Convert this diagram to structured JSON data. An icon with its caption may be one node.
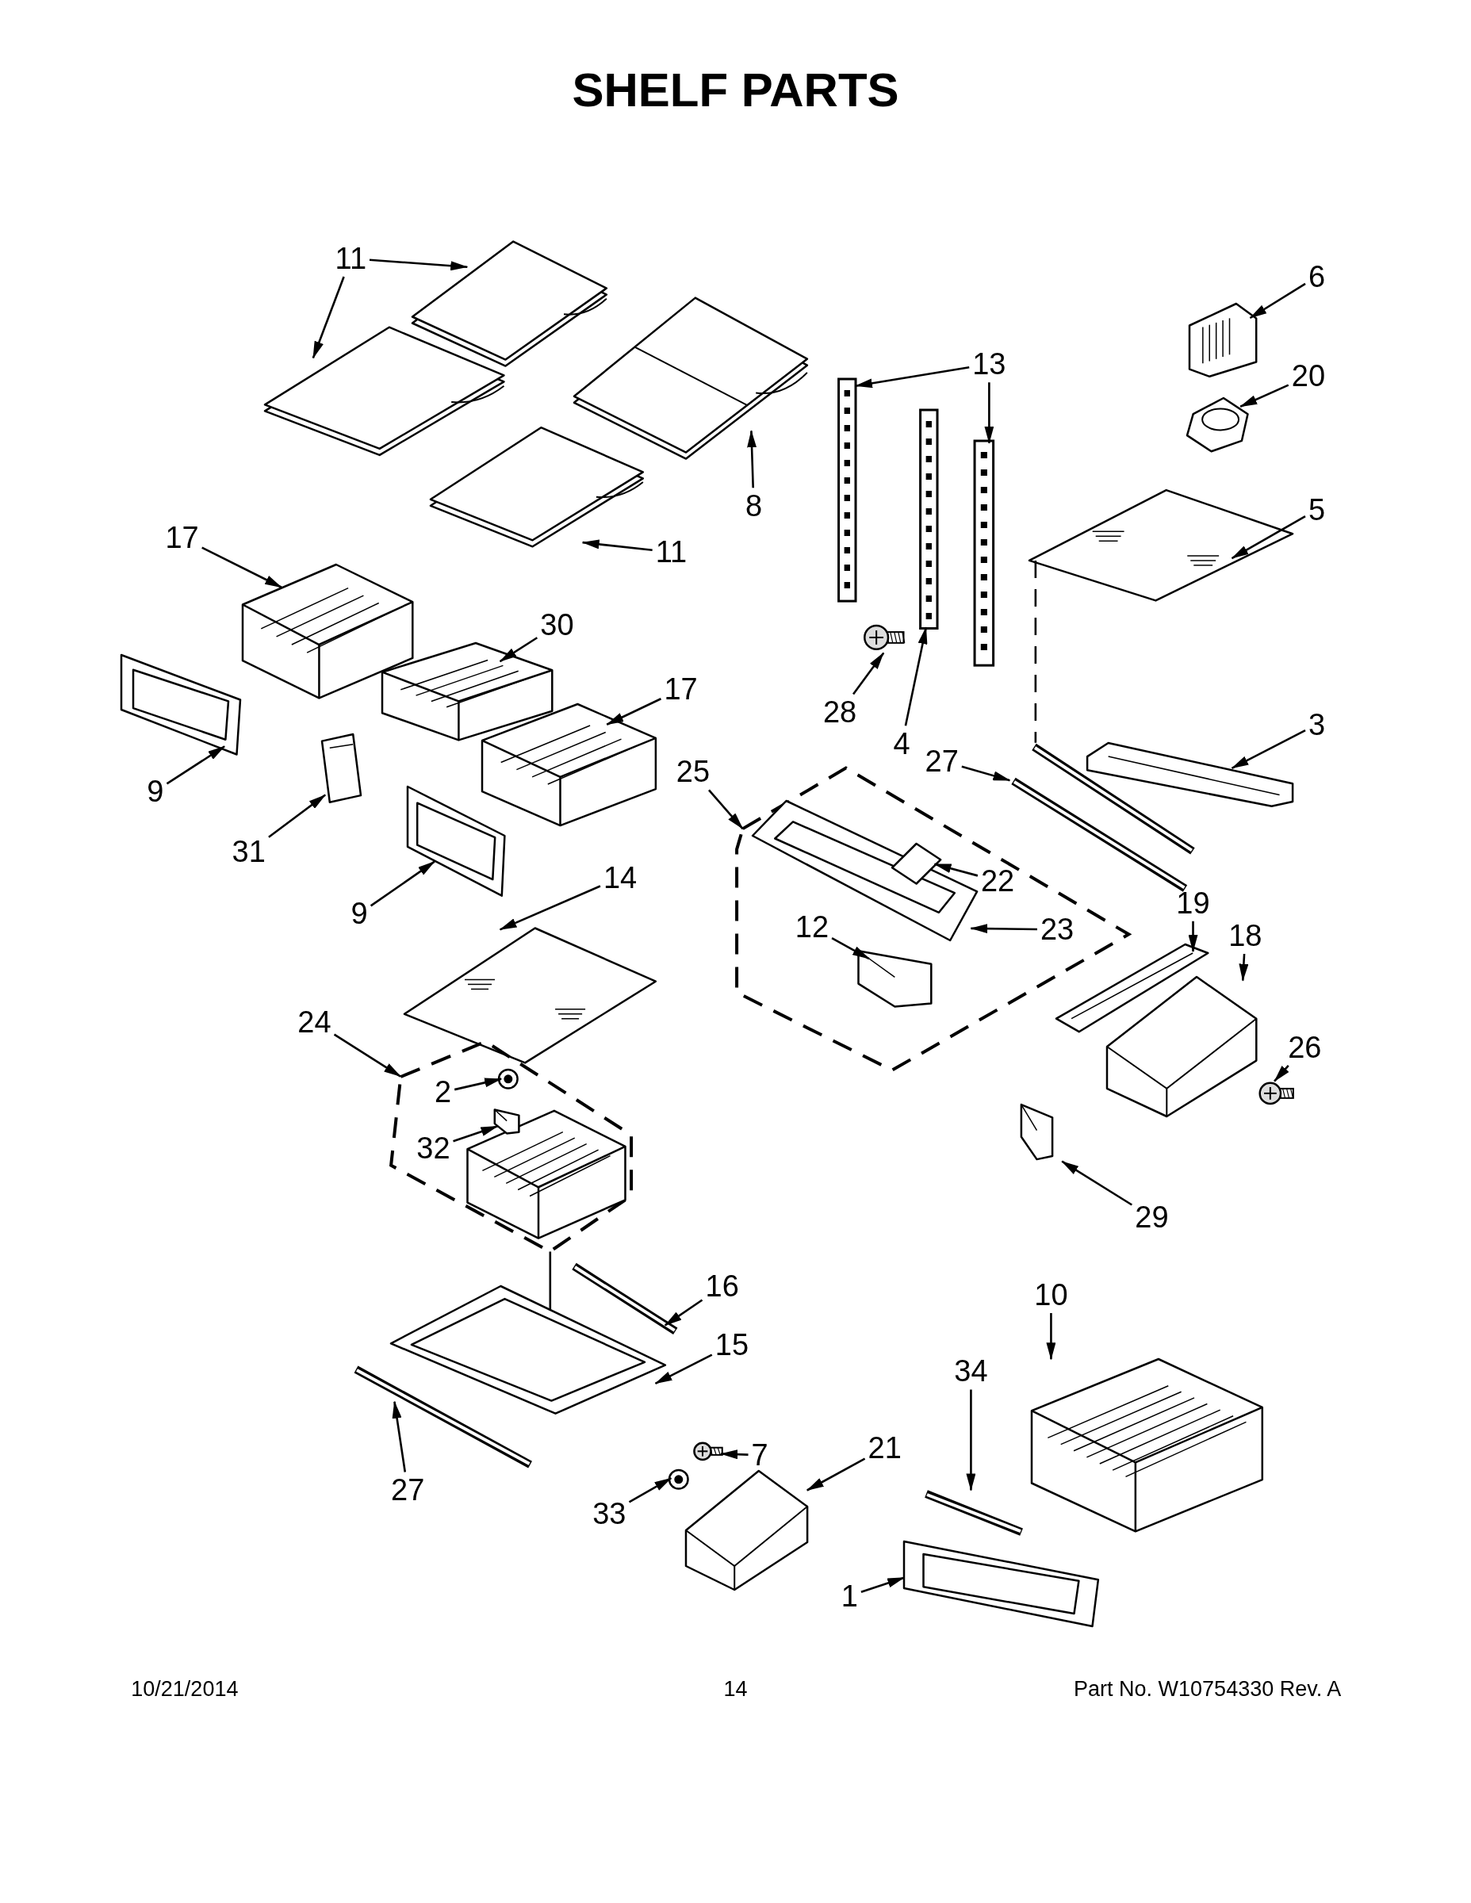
{
  "diagram": {
    "title": "SHELF PARTS",
    "nodes": [
      {
        "text": [
          "11"
        ]
      },
      {
        "text": [],
        "shape": "picture"
      },
      {
        "text": [],
        "shape": "picture"
      },
      {
        "text": [
          "6"
        ]
      },
      {
        "text": [],
        "shape": "picture"
      },
      {
        "text": [
          "13"
        ]
      },
      {
        "text": [],
        "shape": "picture"
      },
      {
        "text": [],
        "shape": "picture"
      },
      {
        "text": [
          "20"
        ]
      },
      {
        "text": [],
        "shape": "picture"
      },
      {
        "text": [],
        "shape": "picture"
      },
      {
        "text": [],
        "shape": "picture"
      },
      {
        "text": [],
        "shape": "picture"
      },
      {
        "text": [
          "8"
        ]
      },
      {
        "text": [
          "5"
        ]
      },
      {
        "text": [],
        "shape": "picture"
      },
      {
        "text": [
          "17"
        ]
      },
      {
        "text": [
          "11"
        ]
      },
      {
        "text": [],
        "shape": "picture"
      },
      {
        "text": [
          "30"
        ]
      },
      {
        "text": [],
        "shape": "picture"
      },
      {
        "text": [],
        "shape": "picture"
      },
      {
        "text": [
          "17"
        ]
      },
      {
        "text": [],
        "shape": "picture"
      },
      {
        "text": [
          "28"
        ]
      },
      {
        "text": [
          "3"
        ]
      },
      {
        "text": [],
        "shape": "picture"
      },
      {
        "text": [
          "4"
        ]
      },
      {
        "text": [
          "27"
        ]
      },
      {
        "text": [],
        "shape": "picture"
      },
      {
        "text": [
          "9"
        ]
      },
      {
        "text": [],
        "shape": "picture"
      },
      {
        "text": [],
        "shape": "picture"
      },
      {
        "text": [
          "25"
        ]
      },
      {
        "text": [],
        "shape": "box"
      },
      {
        "text": [],
        "shape": "picture",
        "in": 34
      },
      {
        "text": [],
        "shape": "picture",
        "in": 35
      },
      {
        "text": [],
        "shape": "picture",
        "in": 34
      },
      {
        "text": [
          "31"
        ]
      },
      {
        "text": [],
        "shape": "picture"
      },
      {
        "text": [
          "22"
        ],
        "in": 34
      },
      {
        "text": [
          "14"
        ]
      },
      {
        "text": [
          "9"
        ]
      },
      {
        "text": [
          "12"
        ],
        "in": 34
      },
      {
        "text": [
          "23"
        ],
        "in": 34
      },
      {
        "text": [
          "19"
        ]
      },
      {
        "text": [],
        "shape": "picture"
      },
      {
        "text": [
          "18"
        ]
      },
      {
        "text": [],
        "shape": "picture"
      },
      {
        "text": [],
        "shape": "picture"
      },
      {
        "text": [
          "24"
        ]
      },
      {
        "text": [],
        "shape": "box"
      },
      {
        "text": [],
        "shape": "picture",
        "in": 51
      },
      {
        "text": [],
        "shape": "picture",
        "in": 51
      },
      {
        "text": [
          "2"
        ],
        "in": 51
      },
      {
        "text": [
          "26"
        ]
      },
      {
        "text": [],
        "shape": "picture"
      },
      {
        "text": [
          "32"
        ],
        "in": 51
      },
      {
        "text": [],
        "shape": "picture"
      },
      {
        "text": [
          "29"
        ]
      },
      {
        "text": [
          "16"
        ]
      },
      {
        "text": [
          "10"
        ]
      },
      {
        "text": [],
        "shape": "picture"
      },
      {
        "text": [],
        "shape": "picture"
      },
      {
        "text": [],
        "shape": "picture"
      },
      {
        "text": [
          "15"
        ]
      },
      {
        "text": [
          "34"
        ]
      },
      {
        "text": [],
        "shape": "picture"
      },
      {
        "text": [
          "7"
        ]
      },
      {
        "text": [],
        "shape": "picture"
      },
      {
        "text": [],
        "shape": "picture"
      },
      {
        "text": [],
        "shape": "picture"
      },
      {
        "text": [],
        "shape": "picture"
      },
      {
        "text": [
          "21"
        ]
      },
      {
        "text": [
          "27"
        ]
      },
      {
        "text": [
          "33"
        ]
      },
      {
        "text": [],
        "shape": "picture"
      },
      {
        "text": [
          "1"
        ]
      }
    ],
    "edges": [
      {
        "from": 0,
        "to": 1,
        "arrow": "to"
      },
      {
        "from": 0,
        "to": 2,
        "arrow": "to"
      },
      {
        "from": 3,
        "to": 4,
        "arrow": "to"
      },
      {
        "from": 5,
        "to": 6,
        "arrow": "to"
      },
      {
        "from": 5,
        "to": 7,
        "arrow": "to"
      },
      {
        "from": 8,
        "to": 9,
        "arrow": "to"
      },
      {
        "from": 13,
        "to": 10,
        "arrow": "to"
      },
      {
        "from": 14,
        "to": 15,
        "arrow": "to"
      },
      {
        "from": 16,
        "to": 18,
        "arrow": "to"
      },
      {
        "from": 17,
        "to": 11,
        "arrow": "to"
      },
      {
        "from": 19,
        "to": 20,
        "arrow": "to"
      },
      {
        "from": 22,
        "to": 23,
        "arrow": "to"
      },
      {
        "from": 24,
        "to": 21,
        "arrow": "to"
      },
      {
        "from": 25,
        "to": 26,
        "arrow": "to"
      },
      {
        "from": 27,
        "to": 12,
        "arrow": "to"
      },
      {
        "from": 28,
        "to": 29,
        "arrow": "to"
      },
      {
        "from": 30,
        "to": 31,
        "arrow": "to"
      },
      {
        "from": 33,
        "to": 34,
        "arrow": "to"
      },
      {
        "from": 40,
        "to": 36,
        "arrow": "to"
      },
      {
        "from": 44,
        "to": 35,
        "arrow": "to"
      },
      {
        "from": 43,
        "to": 37,
        "arrow": "to"
      },
      {
        "from": 38,
        "to": 32,
        "arrow": "to"
      },
      {
        "from": 42,
        "to": 39,
        "arrow": "to"
      },
      {
        "from": 41,
        "to": 48,
        "arrow": "to"
      },
      {
        "from": 45,
        "to": 46,
        "arrow": "to"
      },
      {
        "from": 47,
        "to": 49,
        "arrow": "to"
      },
      {
        "from": 50,
        "to": 51,
        "arrow": "to"
      },
      {
        "from": 54,
        "to": 52,
        "arrow": "to"
      },
      {
        "from": 57,
        "to": 53,
        "arrow": "to"
      },
      {
        "from": 55,
        "to": 56,
        "arrow": "to"
      },
      {
        "from": 59,
        "to": 58,
        "arrow": "to"
      },
      {
        "from": 60,
        "to": 62,
        "arrow": "to"
      },
      {
        "from": 65,
        "to": 63,
        "arrow": "to"
      },
      {
        "from": 61,
        "to": 64,
        "arrow": "to"
      },
      {
        "from": 66,
        "to": 72,
        "arrow": "to"
      },
      {
        "from": 68,
        "to": 69,
        "arrow": "to"
      },
      {
        "from": 73,
        "to": 71,
        "arrow": "to"
      },
      {
        "from": 74,
        "to": 67,
        "arrow": "to"
      },
      {
        "from": 75,
        "to": 70,
        "arrow": "to"
      },
      {
        "from": 77,
        "to": 76,
        "arrow": "to"
      },
      {
        "from": 15,
        "to": 26,
        "arrow": "none",
        "style": "dashed"
      },
      {
        "from": 51,
        "to": 63,
        "arrow": "none"
      }
    ],
    "labels": [
      "10/21/2014",
      "14",
      "Part No. W10754330 Rev. A"
    ]
  }
}
